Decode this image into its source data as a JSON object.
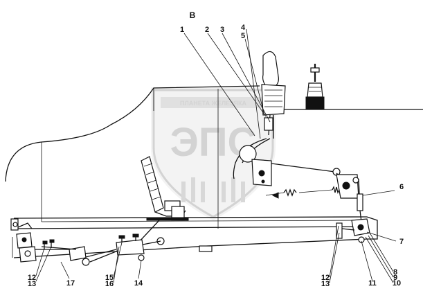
{
  "view_label": "В",
  "watermark": {
    "logo_text": "ЭПС",
    "banner_text": "ПЛАНЕТА ЖЕЛЕЗЯКА"
  },
  "callouts": [
    "1",
    "2",
    "3",
    "4",
    "5",
    "6",
    "7",
    "8",
    "9",
    "10",
    "11",
    "12",
    "13",
    "14",
    "15",
    "16",
    "17"
  ]
}
